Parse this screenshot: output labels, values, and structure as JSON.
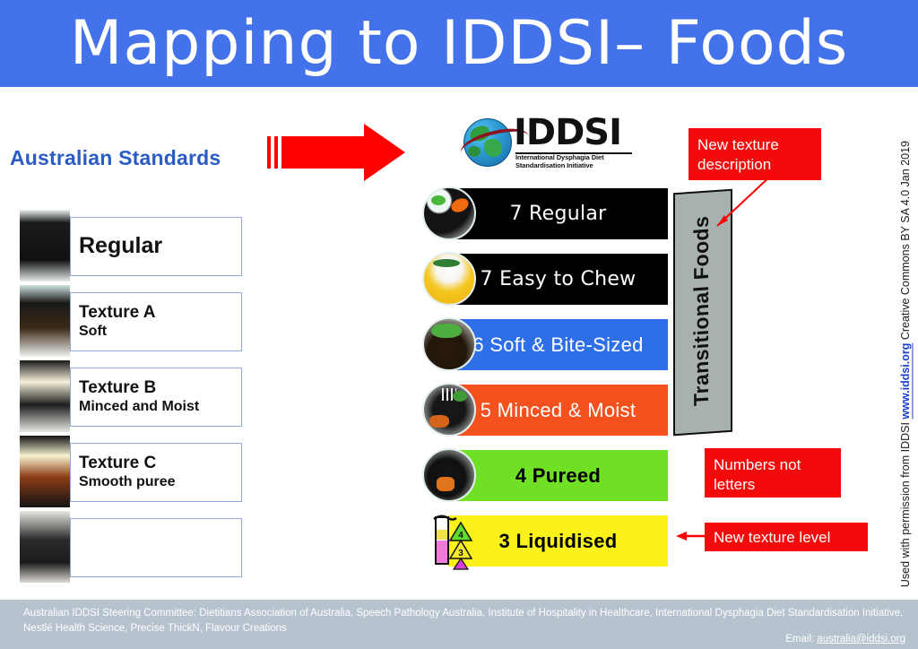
{
  "slide": {
    "title": "Mapping to IDDSI– Foods",
    "title_bg": "#4472EA"
  },
  "left_panel": {
    "heading": "Australian Standards",
    "rows": [
      {
        "line1": "Regular",
        "line2": "",
        "thumb": "plate-of-food-thumbnail"
      },
      {
        "line1": "Texture A",
        "line2": "Soft",
        "thumb": "soft-food-thumbnail"
      },
      {
        "line1": "Texture B",
        "line2": "Minced and Moist",
        "thumb": "minced-moist-thumbnail"
      },
      {
        "line1": "Texture C",
        "line2": "Smooth puree",
        "thumb": "smooth-puree-thumbnail"
      },
      {
        "line1": "",
        "line2": "",
        "thumb": "liquid-spoon-thumbnail"
      }
    ]
  },
  "arrow": {
    "name": "red-right-arrow",
    "color": "#FF0000"
  },
  "logo": {
    "word": "IDDSI",
    "subtitle_line1": "International Dysphagia Diet",
    "subtitle_line2": "Standardisation Initiative"
  },
  "levels": [
    {
      "label": "7 Regular",
      "color": "#000000",
      "text_color": "#FFFFFF",
      "thumb": "regular-food-thumbnail"
    },
    {
      "label": "7 Easy to Chew",
      "color": "#000000",
      "text_color": "#FFFFFF",
      "thumb": "easy-to-chew-thumbnail"
    },
    {
      "label": "6 Soft & Bite-Sized",
      "color": "#2E6FE8",
      "text_color": "#FFFFFF",
      "thumb": "soft-bite-sized-thumbnail"
    },
    {
      "label": "5 Minced  & Moist",
      "color": "#F4511E",
      "text_color": "#FFFFFF",
      "thumb": "minced-moist-thumbnail"
    },
    {
      "label": "4 Pureed",
      "color": "#6FE023",
      "text_color": "#000000",
      "thumb": "pureed-thumbnail"
    },
    {
      "label": "3 Liquidised",
      "color": "#FBF11B",
      "text_color": "#000000",
      "thumb": "liquidised-syringe-icon"
    }
  ],
  "transitional": {
    "label": "Transitional Foods",
    "color": "#A6B1B0"
  },
  "callouts": {
    "new_texture_description": "New texture description",
    "numbers_not_letters": "Numbers not letters",
    "new_texture_level": "New texture level",
    "color": "#F40A0A"
  },
  "attribution": {
    "prefix": "Used with permission from IDDSI ",
    "link": "www.iddsi.org",
    "suffix": "  Creative Commons BY SA 4.0 Jan 2019"
  },
  "footer": {
    "line1": "Australian IDDSI Steering Committee: Dietitians Association of Australia, Speech Pathology Australia, Institute of Hospitality in Healthcare, International Dysphagia Diet Standardisation Initiative,",
    "line2": "Nestlé Health Science, Precise ThickN, Flavour Creations",
    "email_label": "Email: ",
    "email": "australia@iddsi.org"
  }
}
